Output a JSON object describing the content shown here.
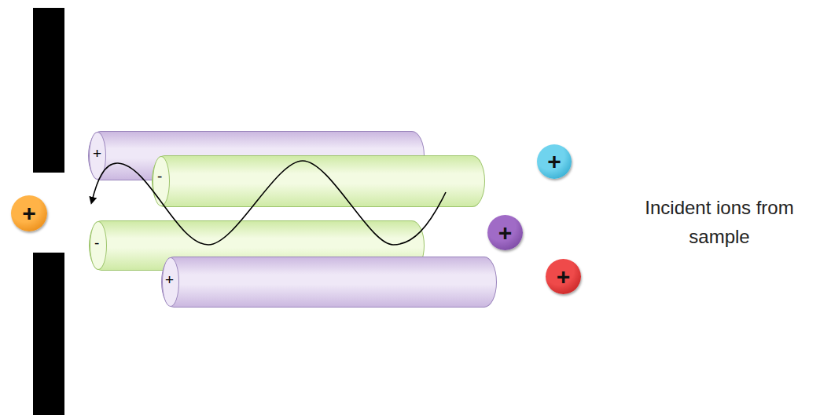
{
  "diagram": {
    "nodes": [
      {
        "text": [
          "+"
        ]
      },
      {
        "text": [
          "-"
        ]
      },
      {
        "text": [
          "-"
        ]
      },
      {
        "text": [
          "+"
        ]
      },
      {
        "text": [
          "+"
        ]
      },
      {
        "text": [
          "+"
        ]
      },
      {
        "text": [
          "+"
        ]
      },
      {
        "text": [
          "+"
        ]
      }
    ],
    "labels": [
      "Incident ions from sample"
    ]
  }
}
